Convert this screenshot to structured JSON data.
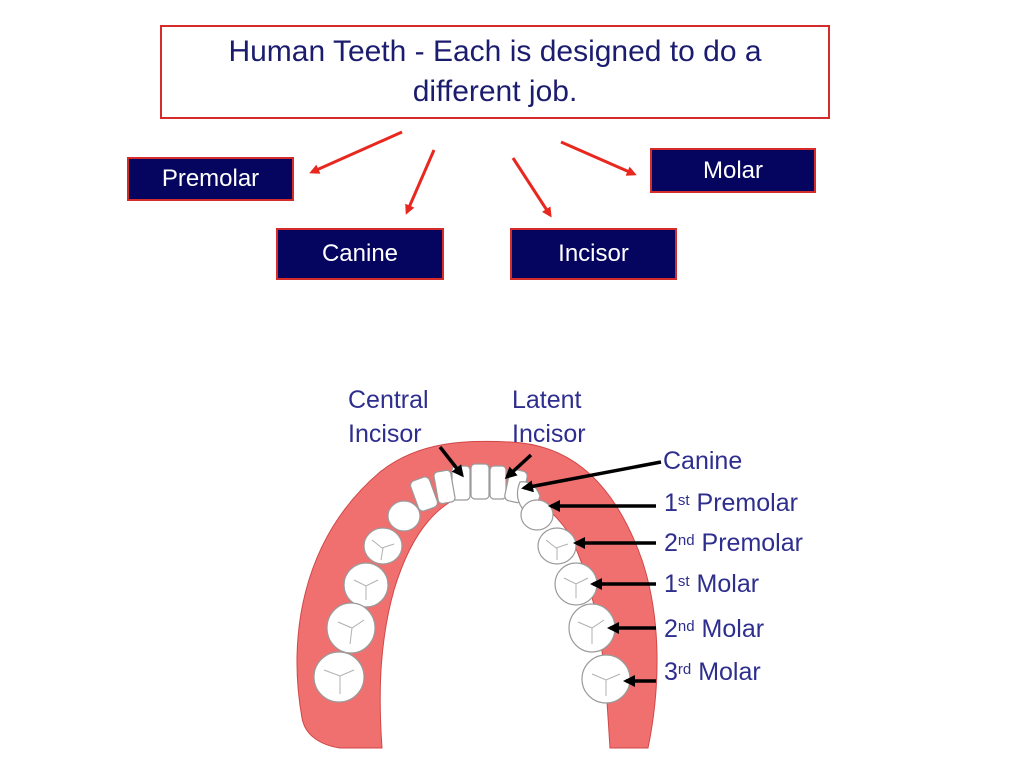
{
  "title": "Human Teeth - Each is designed to do a different job.",
  "tooth_types": {
    "premolar": "Premolar",
    "canine": "Canine",
    "incisor": "Incisor",
    "molar": "Molar"
  },
  "jaw_labels": {
    "central_incisor": [
      "Central",
      "Incisor"
    ],
    "latent_incisor": [
      "Latent",
      "Incisor"
    ],
    "canine": "Canine",
    "first_premolar": {
      "num": "1",
      "sup": "st",
      "name": "Premolar"
    },
    "second_premolar": {
      "num": "2",
      "sup": "nd",
      "name": "Premolar"
    },
    "first_molar": {
      "num": "1",
      "sup": "st",
      "name": "Molar"
    },
    "second_molar": {
      "num": "2",
      "sup": "nd",
      "name": "Molar"
    },
    "third_molar": {
      "num": "3",
      "sup": "rd",
      "name": "Molar"
    }
  },
  "colors": {
    "title_text": "#1c1c6e",
    "box_fill": "#050560",
    "border_red": "#d62b2b",
    "arrow_red": "#e8281f",
    "label_text": "#2e2e8e",
    "gum": "#f07070",
    "tooth": "#ffffff"
  },
  "icons": [
    "red-arrow-icon",
    "black-arrow-icon",
    "jaw-illustration"
  ]
}
